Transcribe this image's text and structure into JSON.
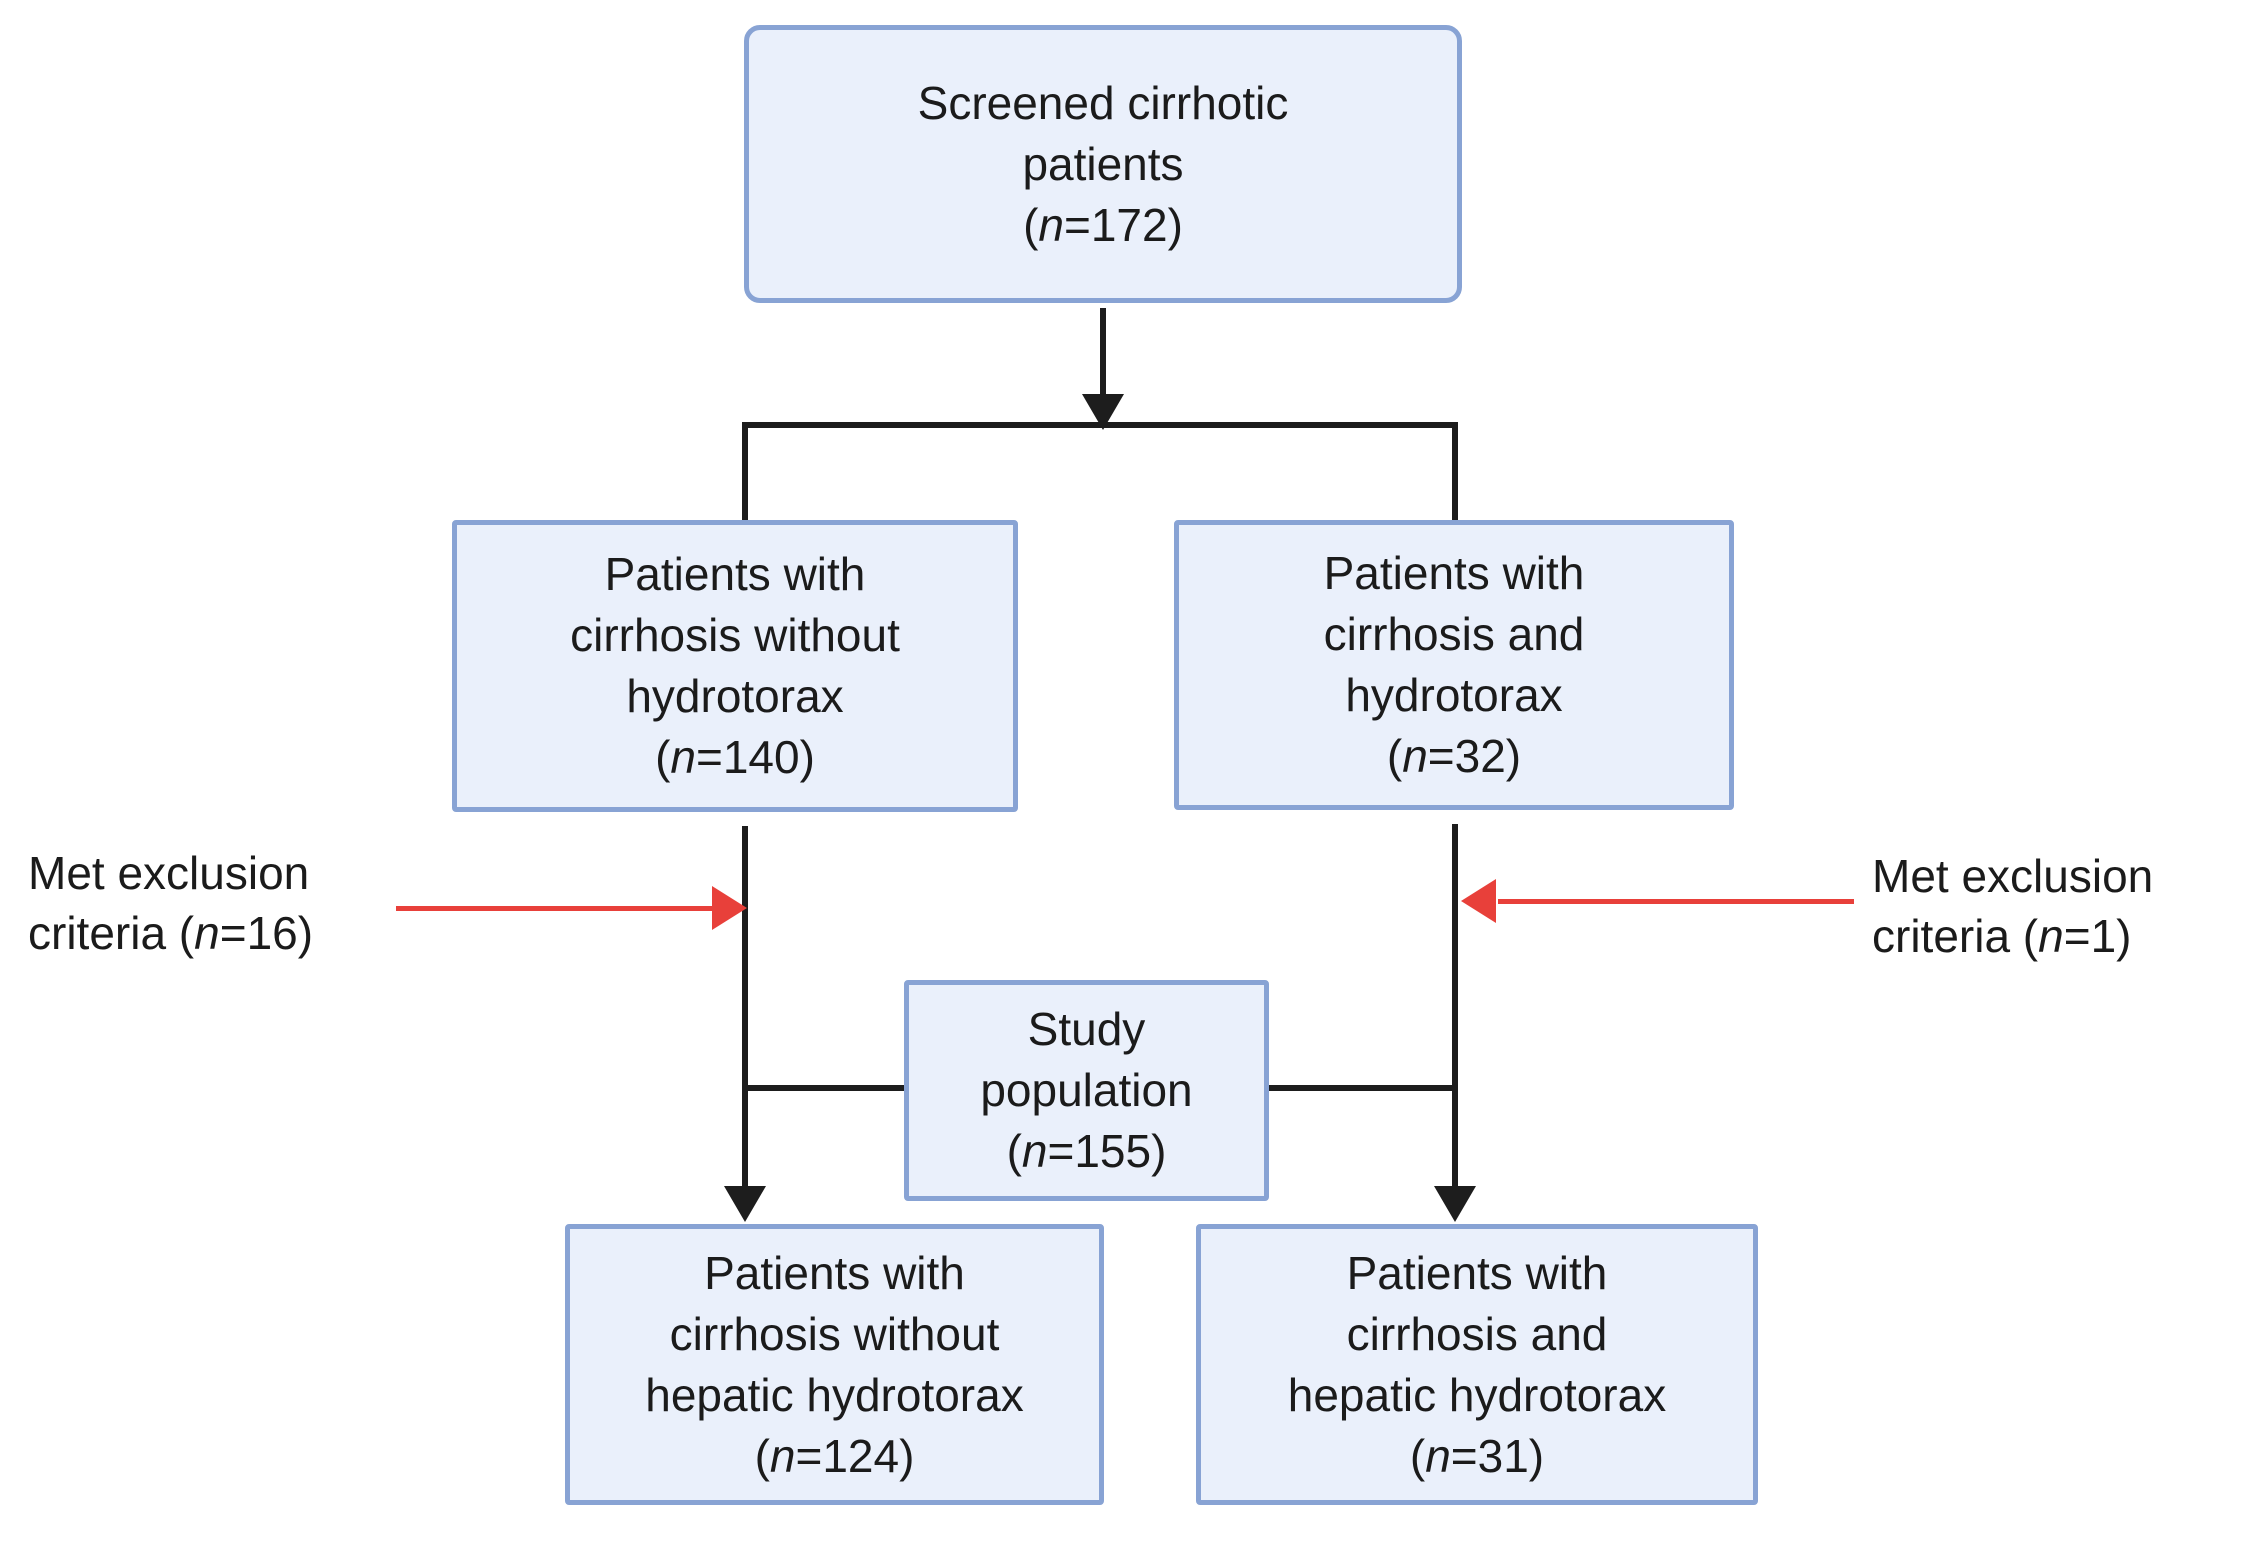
{
  "diagram": {
    "kind": "patient-screening-flowchart",
    "colors": {
      "box_fill": "#eaf0fb",
      "box_border": "#88a3d4",
      "connector_black": "#1d1d1d",
      "exclusion_arrow_red": "#e8403a",
      "text": "#1b1b1b",
      "background": "#ffffff"
    }
  },
  "boxes": {
    "screened": {
      "line1": "Screened cirrhotic",
      "line2": "patients",
      "count_open": "(",
      "count_var": "n",
      "count_rest": "=172)"
    },
    "cirrhosis_without_hydrotorax": {
      "line1": "Patients with",
      "line2": "cirrhosis without",
      "line3": "hydrotorax",
      "count_open": "(",
      "count_var": "n",
      "count_rest": "=140)"
    },
    "cirrhosis_with_hydrotorax": {
      "line1": "Patients with",
      "line2": "cirrhosis and",
      "line3": "hydrotorax",
      "count_open": "(",
      "count_var": "n",
      "count_rest": "=32)"
    },
    "study_population": {
      "line1": "Study",
      "line2": "population",
      "count_open": "(",
      "count_var": "n",
      "count_rest": "=155)"
    },
    "final_without_hepatic_hydrotorax": {
      "line1": "Patients with",
      "line2": "cirrhosis without",
      "line3": "hepatic hydrotorax",
      "count_open": "(",
      "count_var": "n",
      "count_rest": "=124)"
    },
    "final_with_hepatic_hydrotorax": {
      "line1": "Patients with",
      "line2": "cirrhosis and",
      "line3": "hepatic hydrotorax",
      "count_open": "(",
      "count_var": "n",
      "count_rest": "=31)"
    }
  },
  "side_labels": {
    "exclusion_left": {
      "line1": "Met exclusion",
      "line2_pre": "criteria (",
      "line2_var": "n",
      "line2_rest": "=16)"
    },
    "exclusion_right": {
      "line1": "Met exclusion",
      "line2_pre": "criteria (",
      "line2_var": "n",
      "line2_rest": "=1)"
    }
  }
}
